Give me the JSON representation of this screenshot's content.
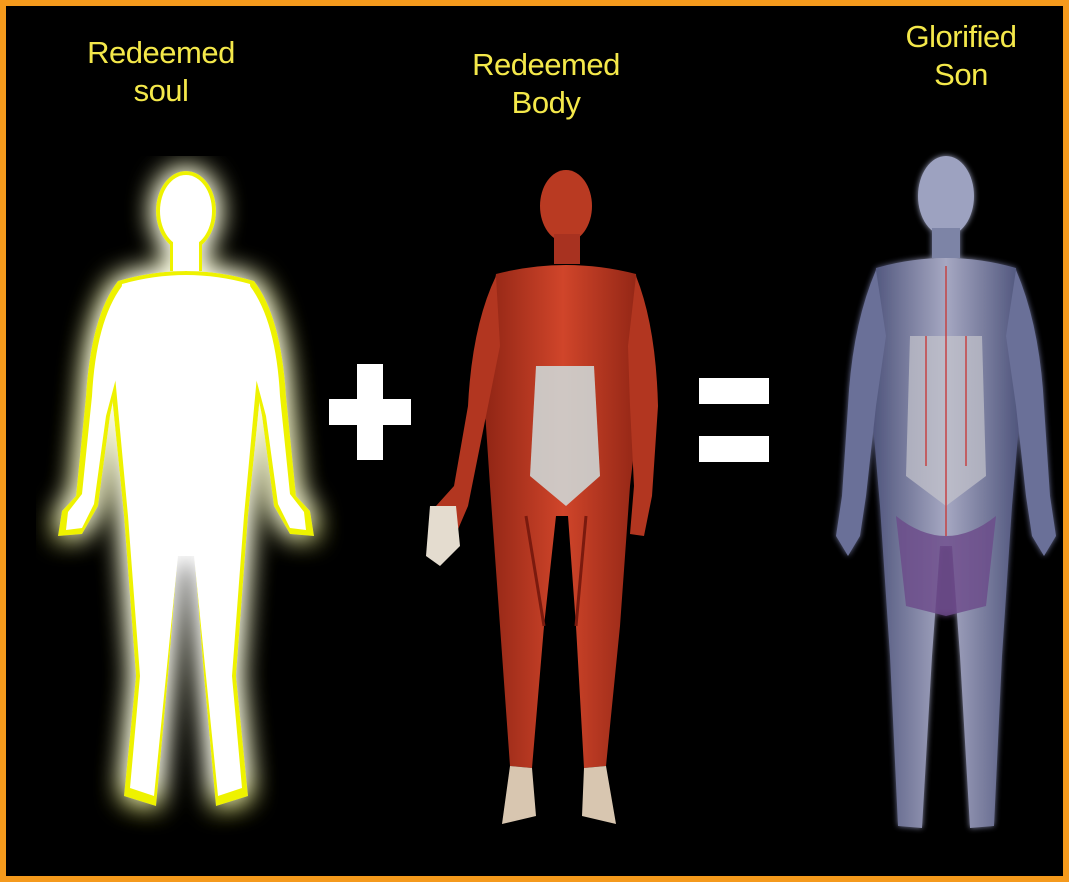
{
  "labels": {
    "soul": {
      "line1": "Redeemed",
      "line2": "soul"
    },
    "body": {
      "line1": "Redeemed",
      "line2": "Body"
    },
    "son": {
      "line1": "Glorified",
      "line2": "Son"
    }
  },
  "operators": {
    "plus": "+",
    "equals": "="
  },
  "colors": {
    "border": "#f59a1c",
    "background": "#000000",
    "label": "#f4e84a",
    "soul_glow": "#e8f000",
    "muscle": "#b8321e",
    "glorified": "#8a90b8"
  },
  "figures": {
    "soul": "glowing-silhouette-figure",
    "body": "muscular-anatomy-figure",
    "son": "translucent-glorified-figure"
  }
}
